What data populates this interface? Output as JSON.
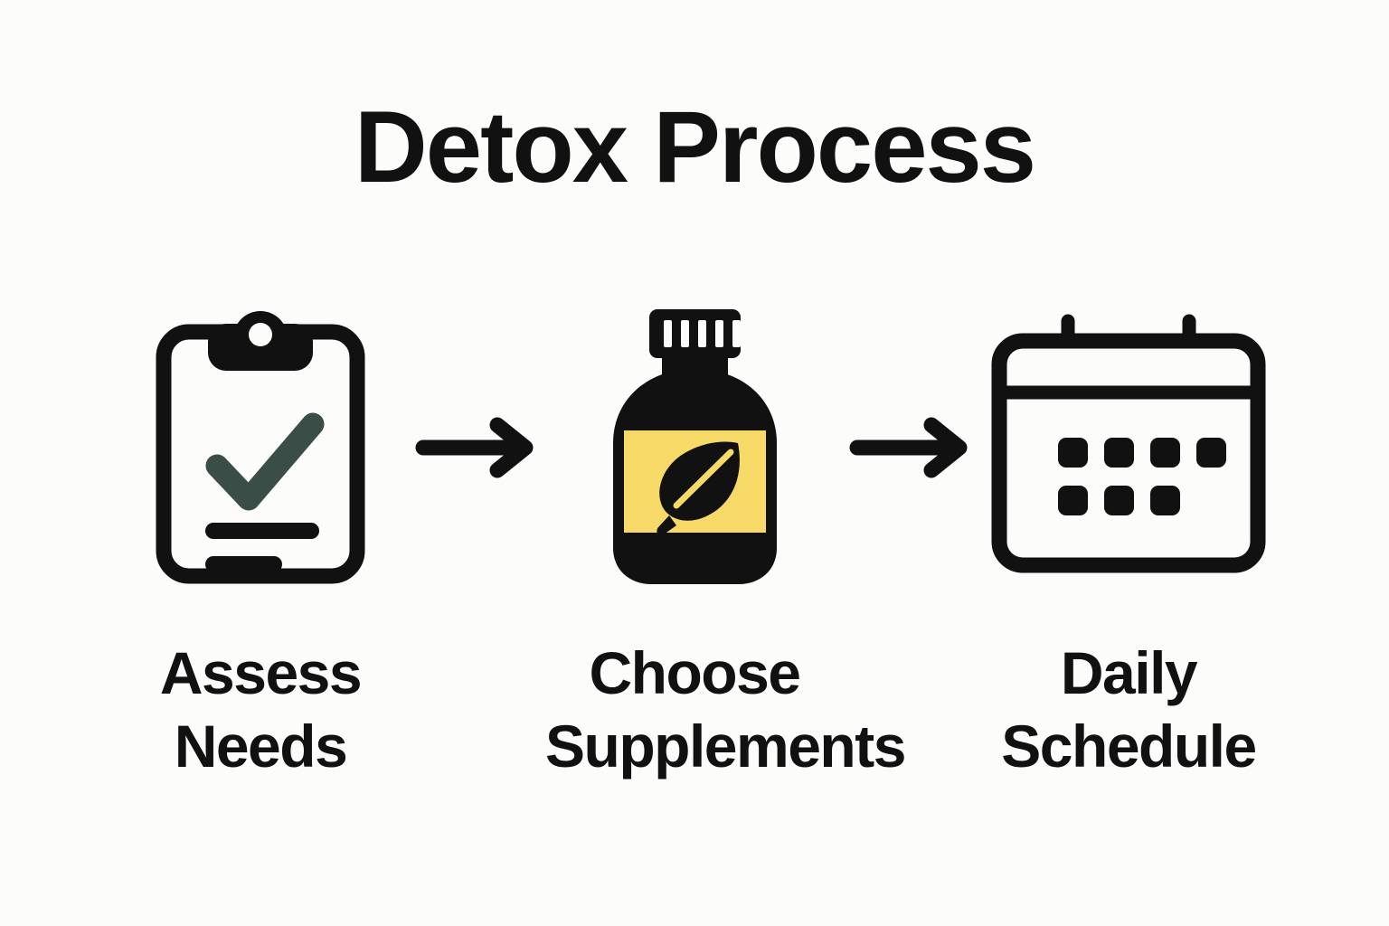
{
  "page": {
    "title": "Detox Process",
    "background_color": "#FCFCFA",
    "ink_color": "#111111",
    "accent_color": "#F7D967",
    "check_color": "#3A4D47"
  },
  "steps": [
    {
      "icon": "clipboard-check-icon",
      "label_line1": "Assess",
      "label_line2": "Needs"
    },
    {
      "icon": "supplement-bottle-leaf-icon",
      "label_line1": "Choose",
      "label_line2": "Supplements"
    },
    {
      "icon": "calendar-icon",
      "label_line1": "Daily",
      "label_line2": "Schedule"
    }
  ],
  "connectors": [
    {
      "icon": "arrow-right-icon"
    },
    {
      "icon": "arrow-right-icon"
    }
  ]
}
